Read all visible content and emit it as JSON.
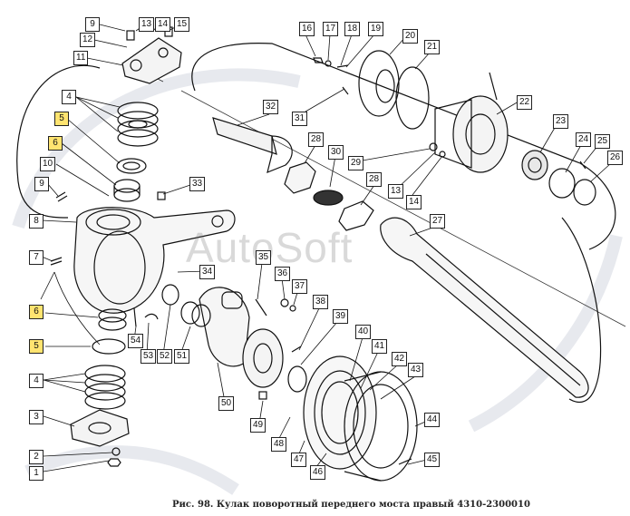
{
  "caption": "Рис. 98. Кулак поворотный переднего моста правый 4310-2300010",
  "watermark": "AutoSoft",
  "highlight_color": "#ffe470",
  "callouts": [
    {
      "label": "9",
      "highlight": false
    },
    {
      "label": "13",
      "highlight": false
    },
    {
      "label": "14",
      "highlight": false
    },
    {
      "label": "15",
      "highlight": false
    },
    {
      "label": "12",
      "highlight": false
    },
    {
      "label": "11",
      "highlight": false
    },
    {
      "label": "4",
      "highlight": false
    },
    {
      "label": "5",
      "highlight": true
    },
    {
      "label": "6",
      "highlight": true
    },
    {
      "label": "10",
      "highlight": false
    },
    {
      "label": "9",
      "highlight": false
    },
    {
      "label": "8",
      "highlight": false
    },
    {
      "label": "7",
      "highlight": false
    },
    {
      "label": "6",
      "highlight": true
    },
    {
      "label": "5",
      "highlight": true
    },
    {
      "label": "4",
      "highlight": false
    },
    {
      "label": "3",
      "highlight": false
    },
    {
      "label": "2",
      "highlight": false
    },
    {
      "label": "1",
      "highlight": false
    },
    {
      "label": "16",
      "highlight": false
    },
    {
      "label": "17",
      "highlight": false
    },
    {
      "label": "18",
      "highlight": false
    },
    {
      "label": "19",
      "highlight": false
    },
    {
      "label": "20",
      "highlight": false
    },
    {
      "label": "21",
      "highlight": false
    },
    {
      "label": "22",
      "highlight": false
    },
    {
      "label": "23",
      "highlight": false
    },
    {
      "label": "24",
      "highlight": false
    },
    {
      "label": "25",
      "highlight": false
    },
    {
      "label": "26",
      "highlight": false
    },
    {
      "label": "32",
      "highlight": false
    },
    {
      "label": "31",
      "highlight": false
    },
    {
      "label": "29",
      "highlight": false
    },
    {
      "label": "28",
      "highlight": false
    },
    {
      "label": "30",
      "highlight": false
    },
    {
      "label": "13",
      "highlight": false
    },
    {
      "label": "14",
      "highlight": false
    },
    {
      "label": "28",
      "highlight": false
    },
    {
      "label": "27",
      "highlight": false
    },
    {
      "label": "33",
      "highlight": false
    },
    {
      "label": "35",
      "highlight": false
    },
    {
      "label": "34",
      "highlight": false
    },
    {
      "label": "36",
      "highlight": false
    },
    {
      "label": "37",
      "highlight": false
    },
    {
      "label": "38",
      "highlight": false
    },
    {
      "label": "39",
      "highlight": false
    },
    {
      "label": "40",
      "highlight": false
    },
    {
      "label": "41",
      "highlight": false
    },
    {
      "label": "42",
      "highlight": false
    },
    {
      "label": "43",
      "highlight": false
    },
    {
      "label": "44",
      "highlight": false
    },
    {
      "label": "45",
      "highlight": false
    },
    {
      "label": "46",
      "highlight": false
    },
    {
      "label": "47",
      "highlight": false
    },
    {
      "label": "48",
      "highlight": false
    },
    {
      "label": "49",
      "highlight": false
    },
    {
      "label": "50",
      "highlight": false
    },
    {
      "label": "51",
      "highlight": false
    },
    {
      "label": "52",
      "highlight": false
    },
    {
      "label": "53",
      "highlight": false
    },
    {
      "label": "54",
      "highlight": false
    }
  ]
}
